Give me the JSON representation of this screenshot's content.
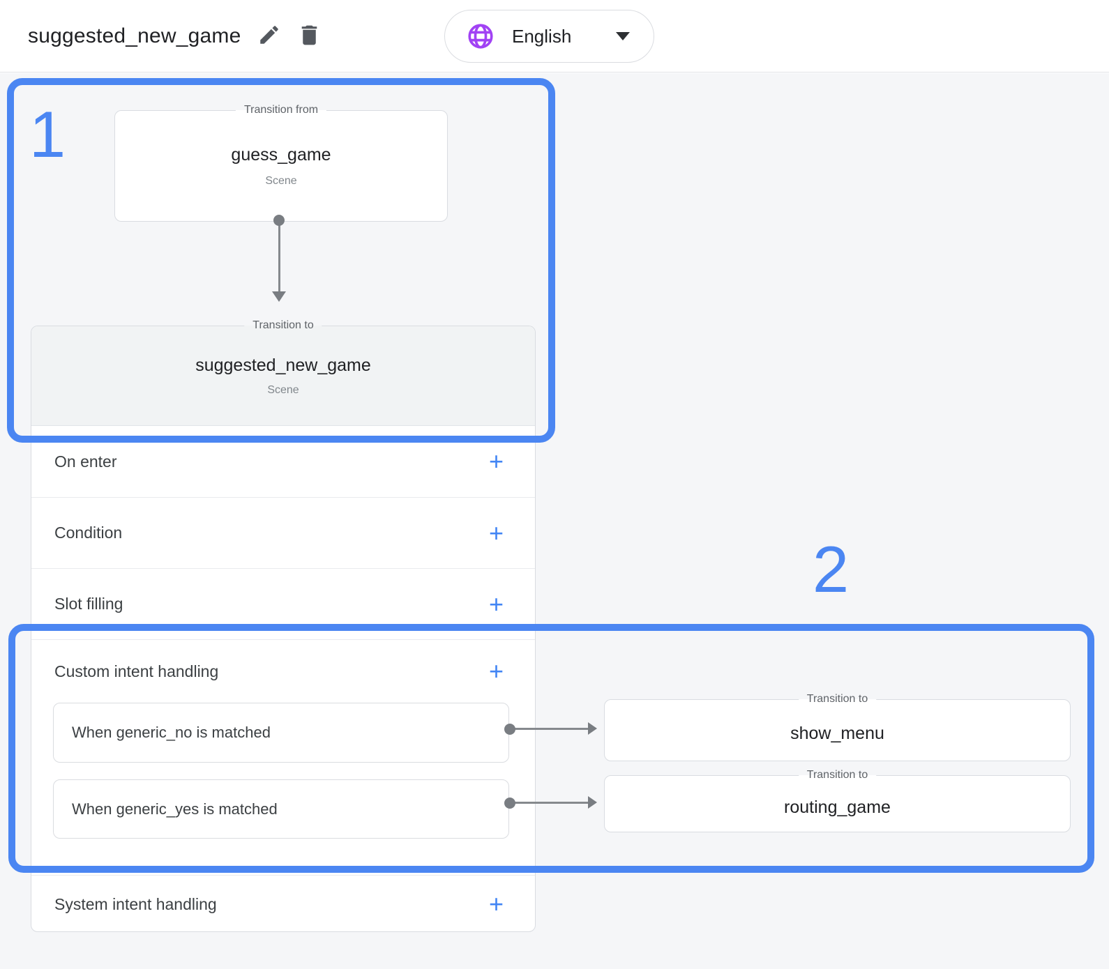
{
  "header": {
    "title": "suggested_new_game",
    "language_selector": {
      "label": "English"
    }
  },
  "icons": {
    "plus": "+"
  },
  "annotations": {
    "step1": "1",
    "step2": "2"
  },
  "flow": {
    "from_node": {
      "legend": "Transition from",
      "name": "guess_game",
      "type": "Scene"
    },
    "to_node": {
      "legend": "Transition to",
      "name": "suggested_new_game",
      "type": "Scene"
    }
  },
  "scene_panel": {
    "sections": {
      "on_enter": "On enter",
      "condition": "Condition",
      "slot_filling": "Slot filling",
      "custom_intent": "Custom intent handling",
      "system_intent": "System intent handling"
    },
    "custom_handlers": [
      {
        "text": "When generic_no is matched"
      },
      {
        "text": "When generic_yes is matched"
      }
    ]
  },
  "targets": [
    {
      "legend": "Transition to",
      "name": "show_menu"
    },
    {
      "legend": "Transition to",
      "name": "routing_game"
    }
  ],
  "colors": {
    "accent_blue": "#4b86f2",
    "plus_blue": "#4285f4",
    "globe_purple": "#a142f4"
  }
}
